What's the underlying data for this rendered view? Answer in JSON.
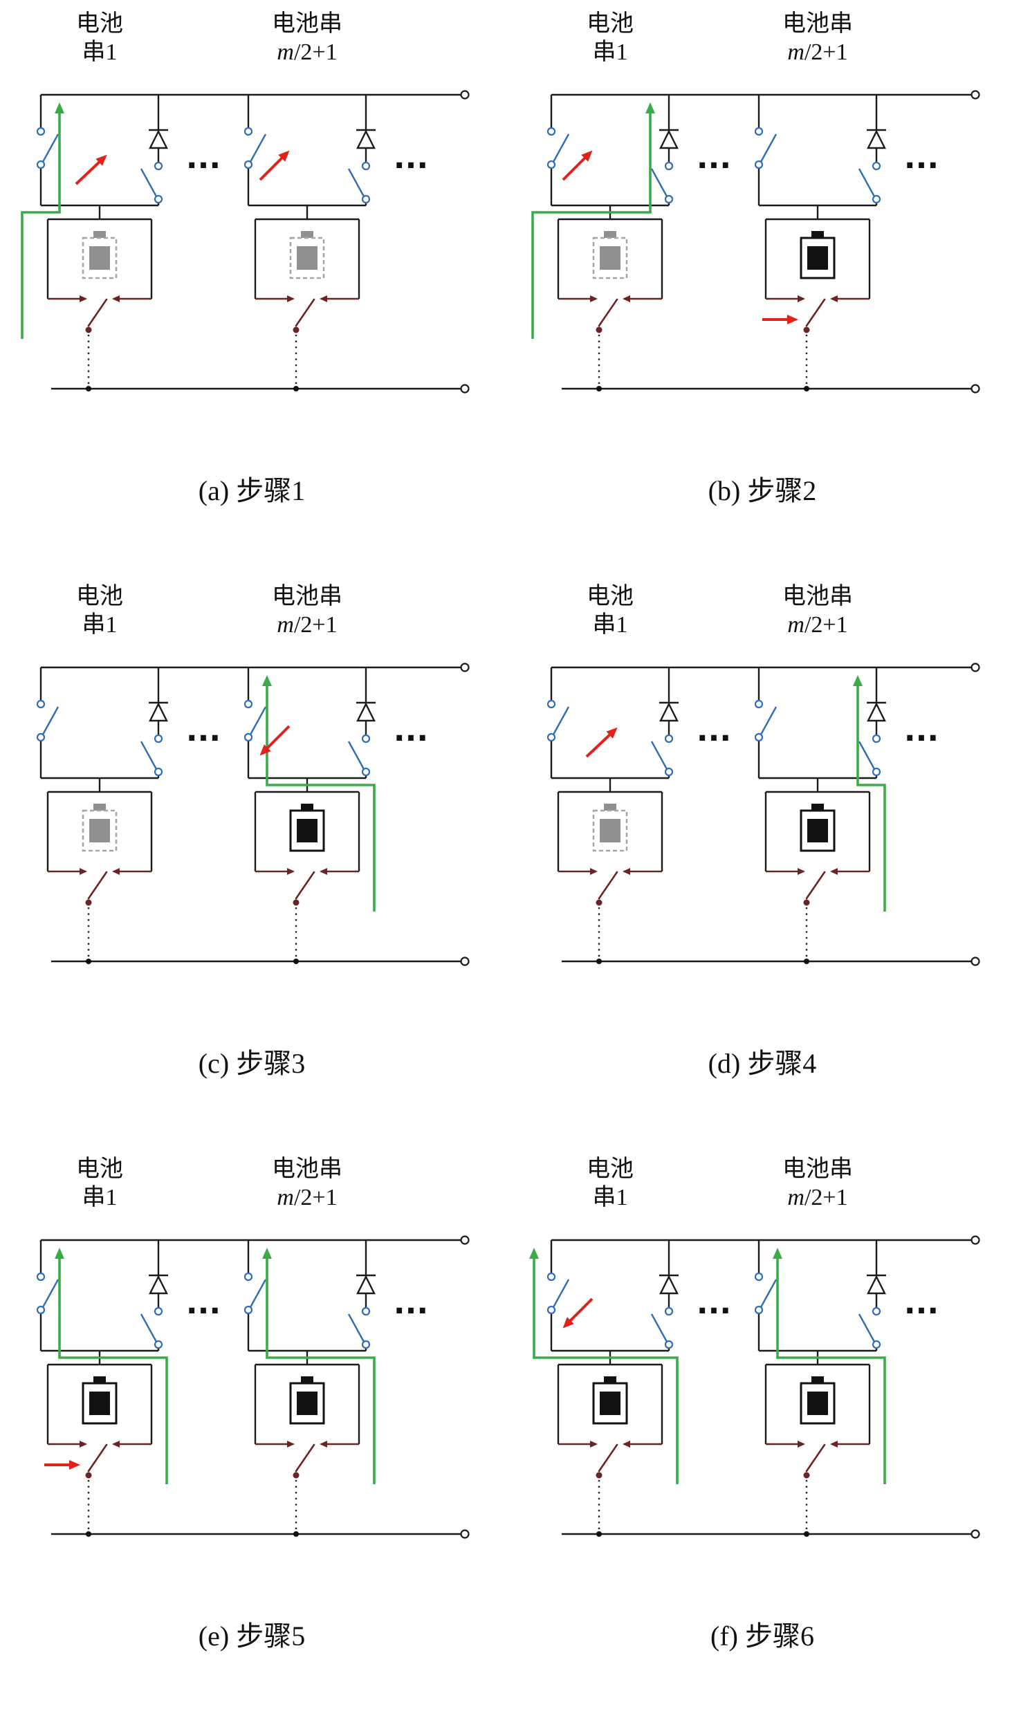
{
  "figure": {
    "type": "circuit-step-diagram",
    "ellipsis": "···",
    "labels": {
      "left_line1": "电池",
      "left_line2": "串1",
      "right_line1": "电池串",
      "right_var": "m",
      "right_rest": "/2+1"
    },
    "colors": {
      "wire": "#1a1a1a",
      "switch_blue": "#2e6db4",
      "maroon": "#6b2424",
      "green": "#3bab4a",
      "red": "#e32119",
      "battery_gray": "#8f8f8f",
      "battery_gray_border": "#a5a5a5",
      "battery_black": "#111111"
    },
    "panels": [
      {
        "id": "a",
        "caption": "(a) 步骤1",
        "cells": [
          {
            "battery": "empty",
            "green_up": "left",
            "green_down": "outer-left",
            "red_arrow": "ne-mid"
          },
          {
            "battery": "empty",
            "green_up": "none",
            "green_down": "none",
            "red_arrow": "ne-left"
          }
        ]
      },
      {
        "id": "b",
        "caption": "(b) 步骤2",
        "cells": [
          {
            "battery": "empty",
            "green_up": "right",
            "green_down": "outer-left",
            "red_arrow": "ne-left"
          },
          {
            "battery": "full",
            "green_up": "none",
            "green_down": "none",
            "red_arrow": "east-bottom"
          }
        ]
      },
      {
        "id": "c",
        "caption": "(c) 步骤3",
        "cells": [
          {
            "battery": "empty",
            "green_up": "none",
            "green_down": "none",
            "red_arrow": "none"
          },
          {
            "battery": "full",
            "green_up": "left",
            "green_down": "right",
            "red_arrow": "sw-left"
          }
        ]
      },
      {
        "id": "d",
        "caption": "(d) 步骤4",
        "cells": [
          {
            "battery": "empty",
            "green_up": "none",
            "green_down": "none",
            "red_arrow": "ne-mid"
          },
          {
            "battery": "full",
            "green_up": "right",
            "green_down": "right",
            "red_arrow": "none"
          }
        ]
      },
      {
        "id": "e",
        "caption": "(e) 步骤5",
        "cells": [
          {
            "battery": "full",
            "green_up": "left",
            "green_down": "right",
            "red_arrow": "east-bottom"
          },
          {
            "battery": "full",
            "green_up": "left",
            "green_down": "right",
            "red_arrow": "none"
          }
        ]
      },
      {
        "id": "f",
        "caption": "(f) 步骤6",
        "cells": [
          {
            "battery": "full",
            "green_up": "outer",
            "green_down": "right",
            "red_arrow": "sw-left"
          },
          {
            "battery": "full",
            "green_up": "left",
            "green_down": "right",
            "red_arrow": "none"
          }
        ]
      }
    ]
  }
}
